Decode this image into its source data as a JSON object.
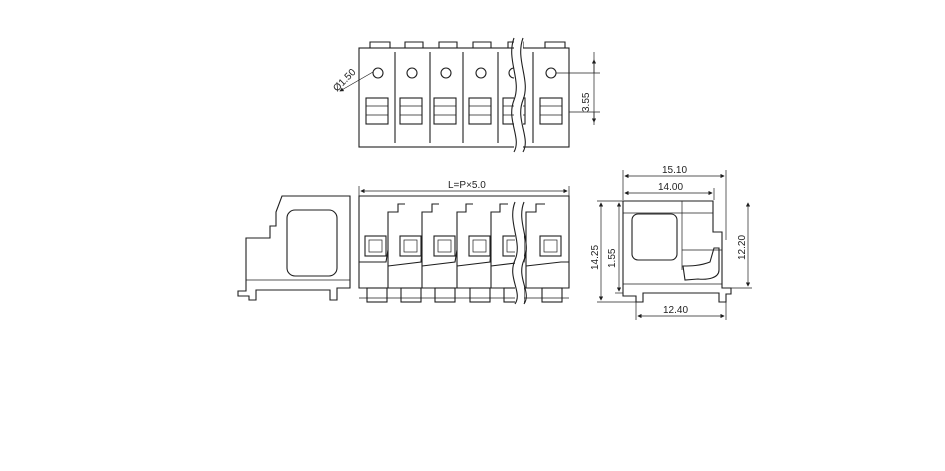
{
  "diagram": {
    "top_view": {
      "hole_label": "Ø1.50",
      "pitch_height_label": "3.55"
    },
    "front_view": {
      "length_label": "L=P×5.0"
    },
    "side_view": {
      "overall_width_label": "15.10",
      "inner_width_label": "14.00",
      "total_height_label": "14.25",
      "body_height_label": "12.20",
      "offset_label": "1.55",
      "base_width_label": "12.40"
    }
  },
  "colors": {
    "line": "#1f1f1f",
    "background": "#ffffff"
  }
}
